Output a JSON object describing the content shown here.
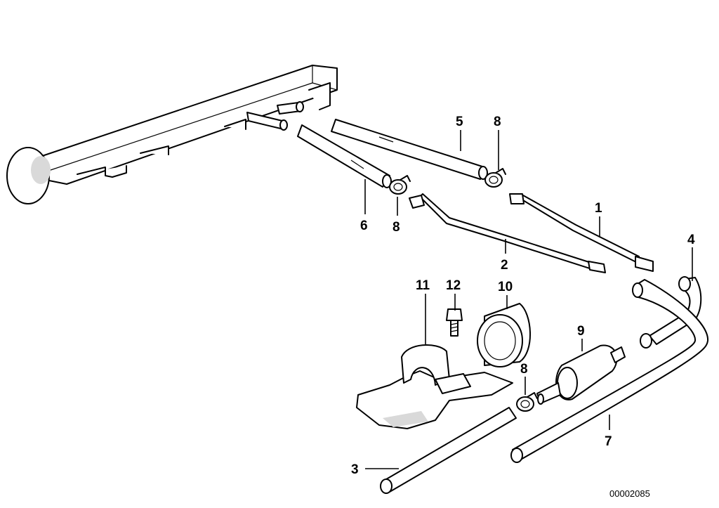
{
  "diagram": {
    "labels": {
      "l1": "1",
      "l2": "2",
      "l3": "3",
      "l4": "4",
      "l5": "5",
      "l6": "6",
      "l7": "7",
      "l8a": "8",
      "l8b": "8",
      "l8c": "8",
      "l9": "9",
      "l10": "10",
      "l11": "11",
      "l12": "12"
    },
    "drawing_code": "00002085"
  }
}
